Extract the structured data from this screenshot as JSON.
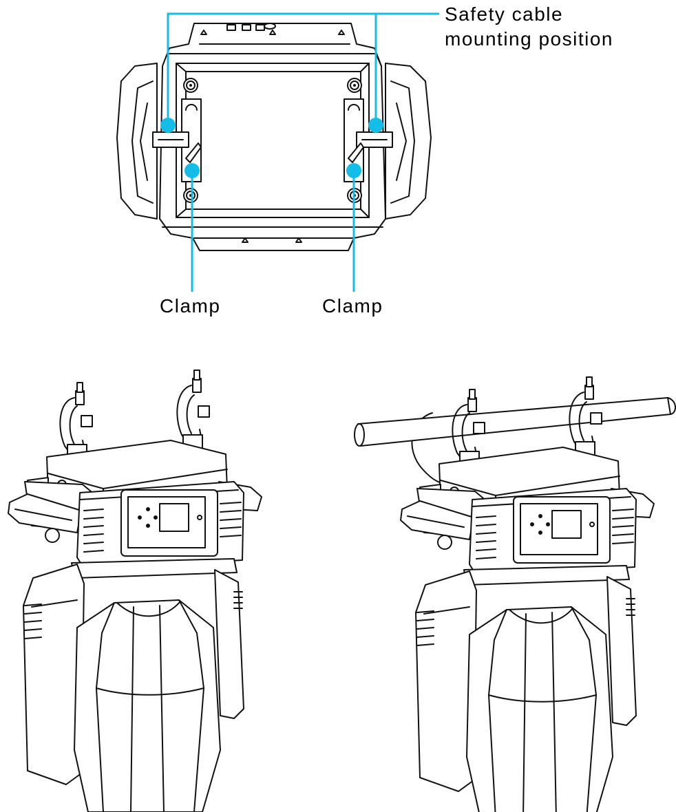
{
  "callouts": {
    "safety_cable_line1": "Safety cable",
    "safety_cable_line2": "mounting position",
    "clamp_left": "Clamp",
    "clamp_right": "Clamp"
  },
  "colors": {
    "callout_accent": "#14bde8",
    "line_art": "#111111",
    "background": "#ffffff"
  }
}
